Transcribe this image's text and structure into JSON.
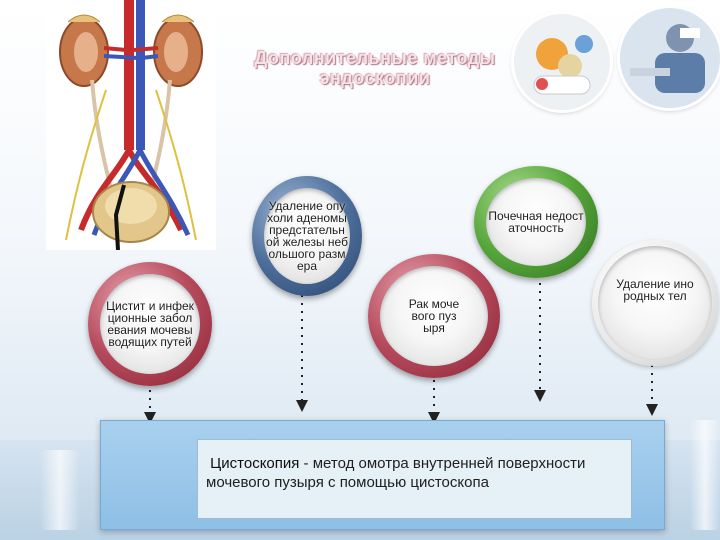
{
  "title": "Дополнительные методы эндоскопии",
  "nodes": [
    {
      "id": "cystitis",
      "label": "Цистит и инфекционные заболевания мочевыводящих путей",
      "color": "red"
    },
    {
      "id": "adenoma",
      "label": "Удаление опухоли аденомы предстательной железы небольшого размера",
      "color": "blue"
    },
    {
      "id": "bladder_cancer",
      "label": "Рак мочевого пузыря",
      "color": "red"
    },
    {
      "id": "renal_failure",
      "label": "Почечная недостаточность",
      "color": "green"
    },
    {
      "id": "foreign_bodies",
      "label": "Удаление инородных тел",
      "color": "grey"
    }
  ],
  "definition": {
    "term": "Цистоскопия",
    "separator": " - ",
    "text": "метод омотра внутренней поверхности мочевого пузыря с помощью цистоскопа"
  },
  "colors": {
    "red": "#b54a5c",
    "blue": "#4e6f9c",
    "green": "#56a63a",
    "callout": "#8ebfe6"
  }
}
